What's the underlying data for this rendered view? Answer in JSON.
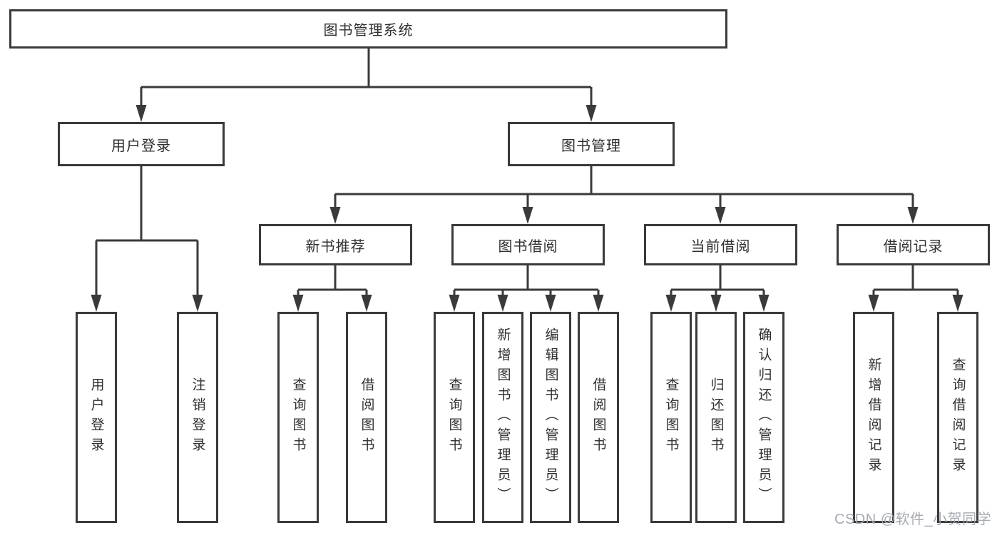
{
  "diagram": {
    "root": {
      "label": "图书管理系统"
    },
    "level2": [
      {
        "label": "用户登录",
        "parent": "图书管理系统"
      },
      {
        "label": "图书管理",
        "parent": "图书管理系统"
      }
    ],
    "level3": [
      {
        "label": "新书推荐",
        "parent": "图书管理"
      },
      {
        "label": "图书借阅",
        "parent": "图书管理"
      },
      {
        "label": "当前借阅",
        "parent": "图书管理"
      },
      {
        "label": "借阅记录",
        "parent": "图书管理"
      }
    ],
    "leaves": [
      {
        "label": "用户登录",
        "parent": "用户登录"
      },
      {
        "label": "注销登录",
        "parent": "用户登录"
      },
      {
        "label": "查询图书",
        "parent": "新书推荐"
      },
      {
        "label": "借阅图书",
        "parent": "新书推荐"
      },
      {
        "label": "查询图书",
        "parent": "图书借阅"
      },
      {
        "label": "新增图书（管理员）",
        "parent": "图书借阅"
      },
      {
        "label": "编辑图书（管理员）",
        "parent": "图书借阅"
      },
      {
        "label": "借阅图书",
        "parent": "图书借阅"
      },
      {
        "label": "查询图书",
        "parent": "当前借阅"
      },
      {
        "label": "归还图书",
        "parent": "当前借阅"
      },
      {
        "label": "确认归还（管理员）",
        "parent": "当前借阅"
      },
      {
        "label": "新增借阅记录",
        "parent": "借阅记录"
      },
      {
        "label": "查询借阅记录",
        "parent": "借阅记录"
      }
    ],
    "colors": {
      "line": "#3a3a3a",
      "box_border": "#3a3a3a",
      "text": "#2f2f2f",
      "background": "#ffffff",
      "watermark": "#a2a6af"
    }
  },
  "watermark": {
    "text": "CSDN @软件_小贺同学"
  }
}
